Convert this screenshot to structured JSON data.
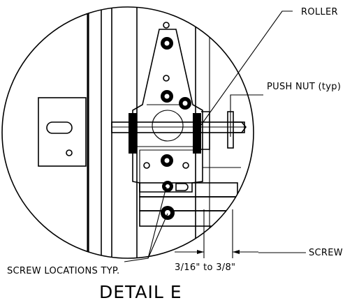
{
  "title": "DETAIL E",
  "callouts": {
    "roller": "ROLLER",
    "push_nut": "PUSH NUT (typ)",
    "screw": "SCREW",
    "screw_locations": "SCREW LOCATIONS TYP.",
    "dimension": "3/16\" to 3/8\""
  },
  "colors": {
    "line": "#000000",
    "background": "#ffffff"
  }
}
